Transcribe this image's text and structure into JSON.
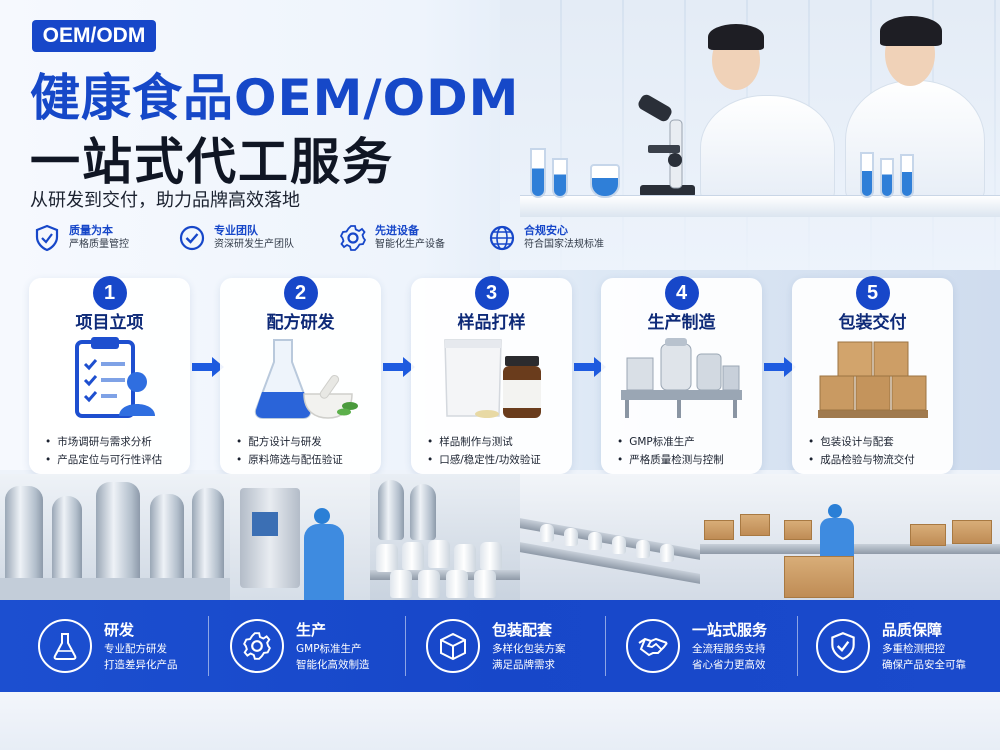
{
  "badge": "OEM/ODM",
  "title_line1": "健康食品OEM/ODM",
  "title_line2": "一站式代工服务",
  "subtitle": "从研发到交付，助力品牌高效落地",
  "features": [
    {
      "icon": "shield-check-icon",
      "title": "质量为本",
      "desc": "严格质量管控"
    },
    {
      "icon": "check-circle-icon",
      "title": "专业团队",
      "desc": "资深研发生产团队"
    },
    {
      "icon": "gear-icon",
      "title": "先进设备",
      "desc": "智能化生产设备"
    },
    {
      "icon": "globe-icon",
      "title": "合规安心",
      "desc": "符合国家法规标准"
    }
  ],
  "steps": [
    {
      "num": "1",
      "title": "项目立项",
      "illustration": "clipboard-person-icon",
      "bullets": [
        "市场调研与需求分析",
        "产品定位与可行性评估"
      ]
    },
    {
      "num": "2",
      "title": "配方研发",
      "illustration": "flask-mortar-icon",
      "bullets": [
        "配方设计与研发",
        "原料筛选与配伍验证"
      ]
    },
    {
      "num": "3",
      "title": "样品打样",
      "illustration": "pouch-bottle-icon",
      "bullets": [
        "样品制作与测试",
        "口感/稳定性/功效验证"
      ]
    },
    {
      "num": "4",
      "title": "生产制造",
      "illustration": "production-line-icon",
      "bullets": [
        "GMP标准生产",
        "严格质量检测与控制"
      ]
    },
    {
      "num": "5",
      "title": "包装交付",
      "illustration": "cartons-pallet-icon",
      "bullets": [
        "包装设计与配套",
        "成品检验与物流交付"
      ]
    }
  ],
  "bottom_items": [
    {
      "icon": "flask-icon",
      "title": "研发",
      "line1": "专业配方研发",
      "line2": "打造差异化产品"
    },
    {
      "icon": "gear-icon",
      "title": "生产",
      "line1": "GMP标准生产",
      "line2": "智能化高效制造"
    },
    {
      "icon": "box-icon",
      "title": "包装配套",
      "line1": "多样化包装方案",
      "line2": "满足品牌需求"
    },
    {
      "icon": "handshake-icon",
      "title": "一站式服务",
      "line1": "全流程服务支持",
      "line2": "省心省力更高效"
    },
    {
      "icon": "shield-check-icon",
      "title": "品质保障",
      "line1": "多重检测把控",
      "line2": "确保产品安全可靠"
    }
  ],
  "colors": {
    "primary": "#1747c9",
    "dark": "#101624",
    "step_title": "#0e2a78"
  }
}
